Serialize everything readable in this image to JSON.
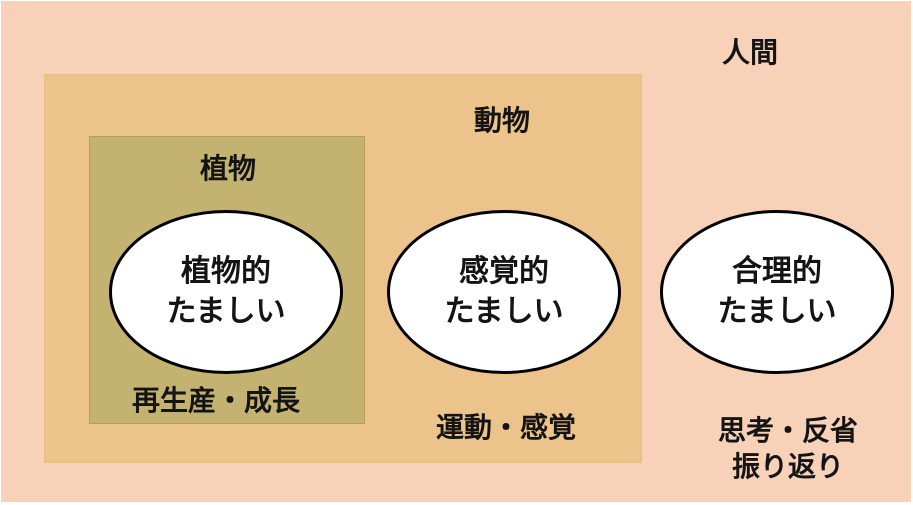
{
  "regions": {
    "human": {
      "label": "人間"
    },
    "animal": {
      "label": "動物"
    },
    "plant": {
      "label": "植物"
    }
  },
  "souls": {
    "plant": {
      "line1": "植物的",
      "line2": "たましい"
    },
    "sense": {
      "line1": "感覚的",
      "line2": "たましい"
    },
    "reason": {
      "line1": "合理的",
      "line2": "たましい"
    }
  },
  "functions": {
    "plant": {
      "line1": "再生産・成長"
    },
    "sense": {
      "line1": "運動・感覚"
    },
    "reason": {
      "line1": "思考・反省",
      "line2": "振り返り"
    }
  },
  "colors": {
    "human_bg": "#f7d2b8",
    "animal_bg": "#ebc38b",
    "plant_bg": "#c4b271",
    "soul_fill": "#ffffff",
    "soul_stroke": "#000000"
  }
}
